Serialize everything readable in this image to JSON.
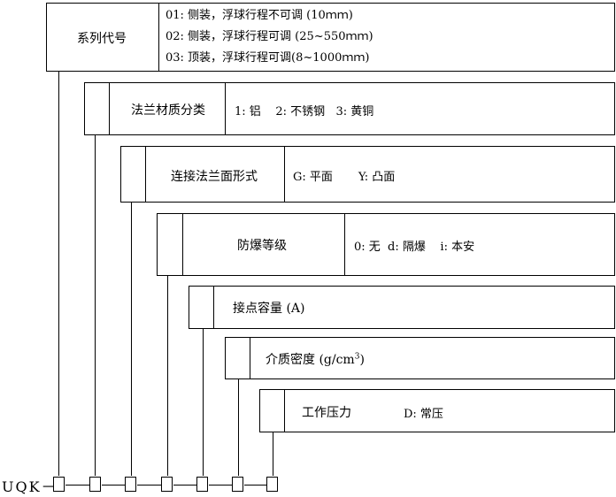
{
  "series_row": {
    "label": "系列代号",
    "options": [
      "01: 侧装，浮球行程不可调 (10ｍｍ)",
      "02: 侧装，浮球行程可调 (25~550ｍｍ)",
      "03: 顶装，浮球行程可调(8~1000ｍｍ)"
    ]
  },
  "flange_material_row": {
    "label": "法兰材质分类",
    "options": "1: 铝    2: 不锈钢   3: 黄铜"
  },
  "connection_row": {
    "label": "连接法兰面形式",
    "options": "G: 平面       Y: 凸面"
  },
  "explosion_row": {
    "label": "防爆等级",
    "options": "0: 无  d: 隔爆    i: 本安"
  },
  "contact_row": {
    "label": "接点容量 (A)"
  },
  "density_row": {
    "label_main": "介质密度 (g/cm",
    "label_sup": "3",
    "label_end": ")"
  },
  "pressure_row": {
    "label": "工作压力",
    "options": "D: 常压"
  },
  "model_code": {
    "prefix": "UQK－",
    "separator": "—"
  }
}
